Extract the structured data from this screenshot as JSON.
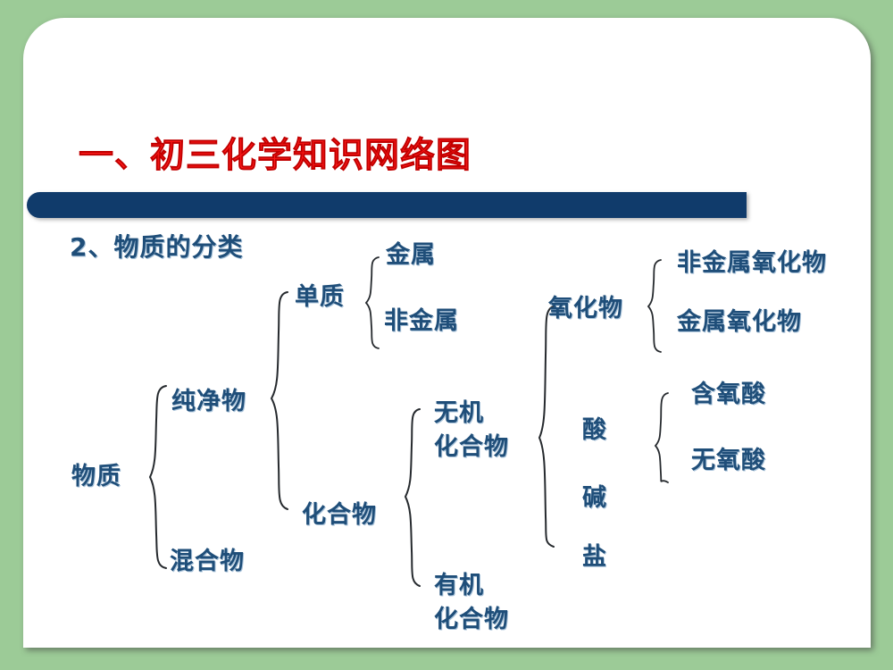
{
  "slide": {
    "background_color": "#9ccb97",
    "panel_color": "#ffffff",
    "title": "一、初三化学知识网络图",
    "title_color": "#ff0000",
    "bar_color": "#103b6b",
    "subtitle": "2、物质的分类",
    "text_color": "#1f4e79"
  },
  "diagram": {
    "type": "classification-tree",
    "root": "物质",
    "nodes": {
      "substance": "物质",
      "pure": "纯净物",
      "mixture": "混合物",
      "element": "单质",
      "compound": "化合物",
      "metal": "金属",
      "nonmetal": "非金属",
      "inorganic_line1": "无机",
      "inorganic_line2": "化合物",
      "organic_line1": "有机",
      "organic_line2": "化合物",
      "oxide": "氧化物",
      "nonmetal_oxide": "非金属氧化物",
      "metal_oxide": "金属氧化物",
      "acid": "酸",
      "base": "碱",
      "salt": "盐",
      "oxygen_acid": "含氧酸",
      "oxygen_free_acid": "无氧酸"
    }
  }
}
